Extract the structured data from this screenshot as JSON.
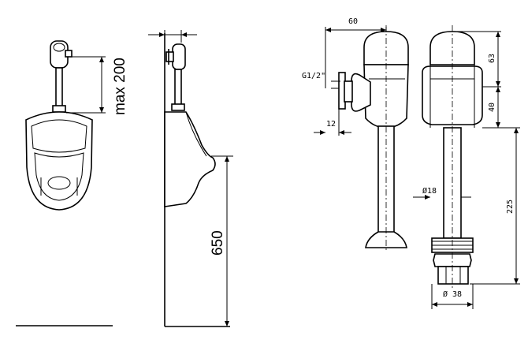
{
  "drawing": {
    "front_view": {
      "height_label": "max 200"
    },
    "side_view": {
      "height_label": "650"
    },
    "valve_side": {
      "width_label": "60",
      "thread_label": "G1/2\"",
      "offset_label": "12",
      "pipe_diameter_label": "Ø18"
    },
    "valve_front": {
      "cap_height_label": "63",
      "body_height_label": "40",
      "pipe_length_label": "225",
      "outlet_diameter_label": "Ø 38"
    }
  }
}
